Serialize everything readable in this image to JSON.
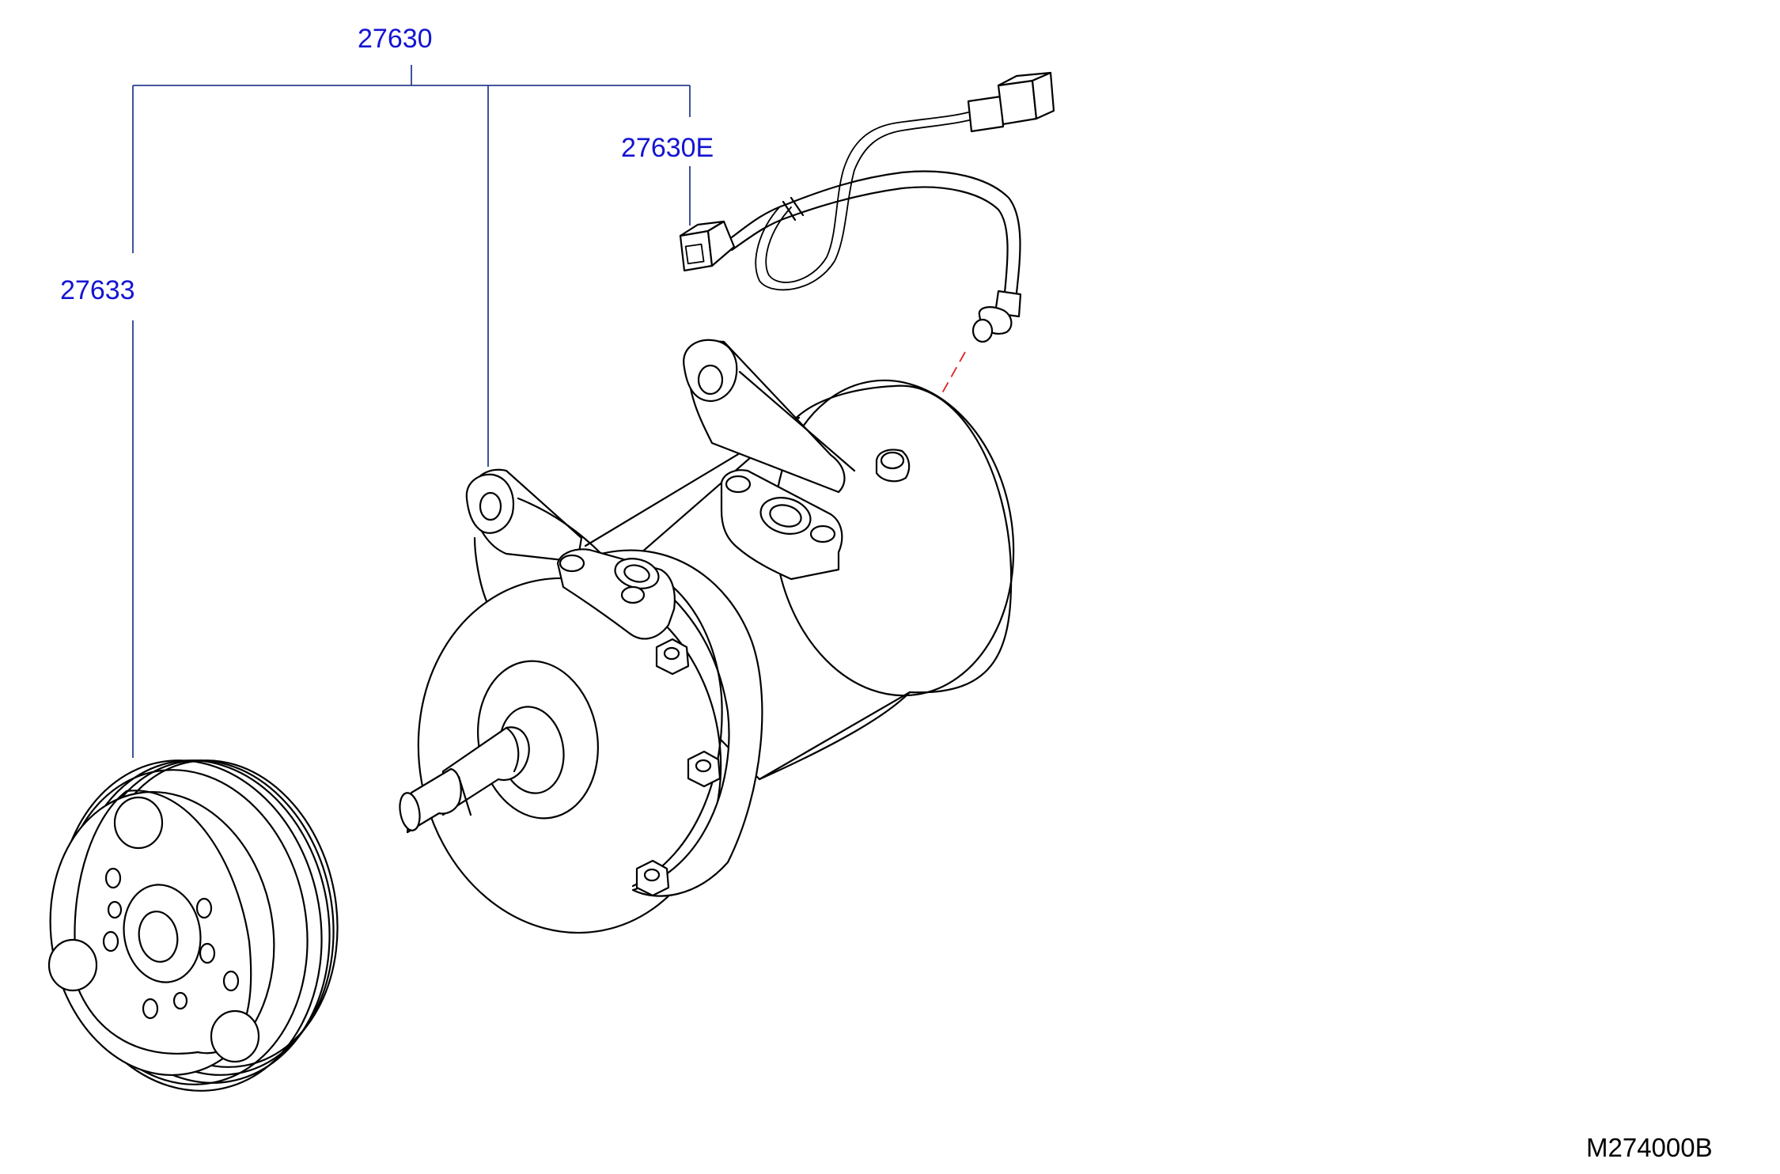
{
  "diagram": {
    "part_labels": {
      "compressor_assembly": "27630",
      "harness_connector": "27630E",
      "pulley_clutch": "27633"
    },
    "reference_code": "M274000B",
    "colors": {
      "callout_text": "#1414d2",
      "leader_line": "#2a3f8f",
      "dashed_guide": "#e02020",
      "drawing_line": "#000000"
    }
  }
}
